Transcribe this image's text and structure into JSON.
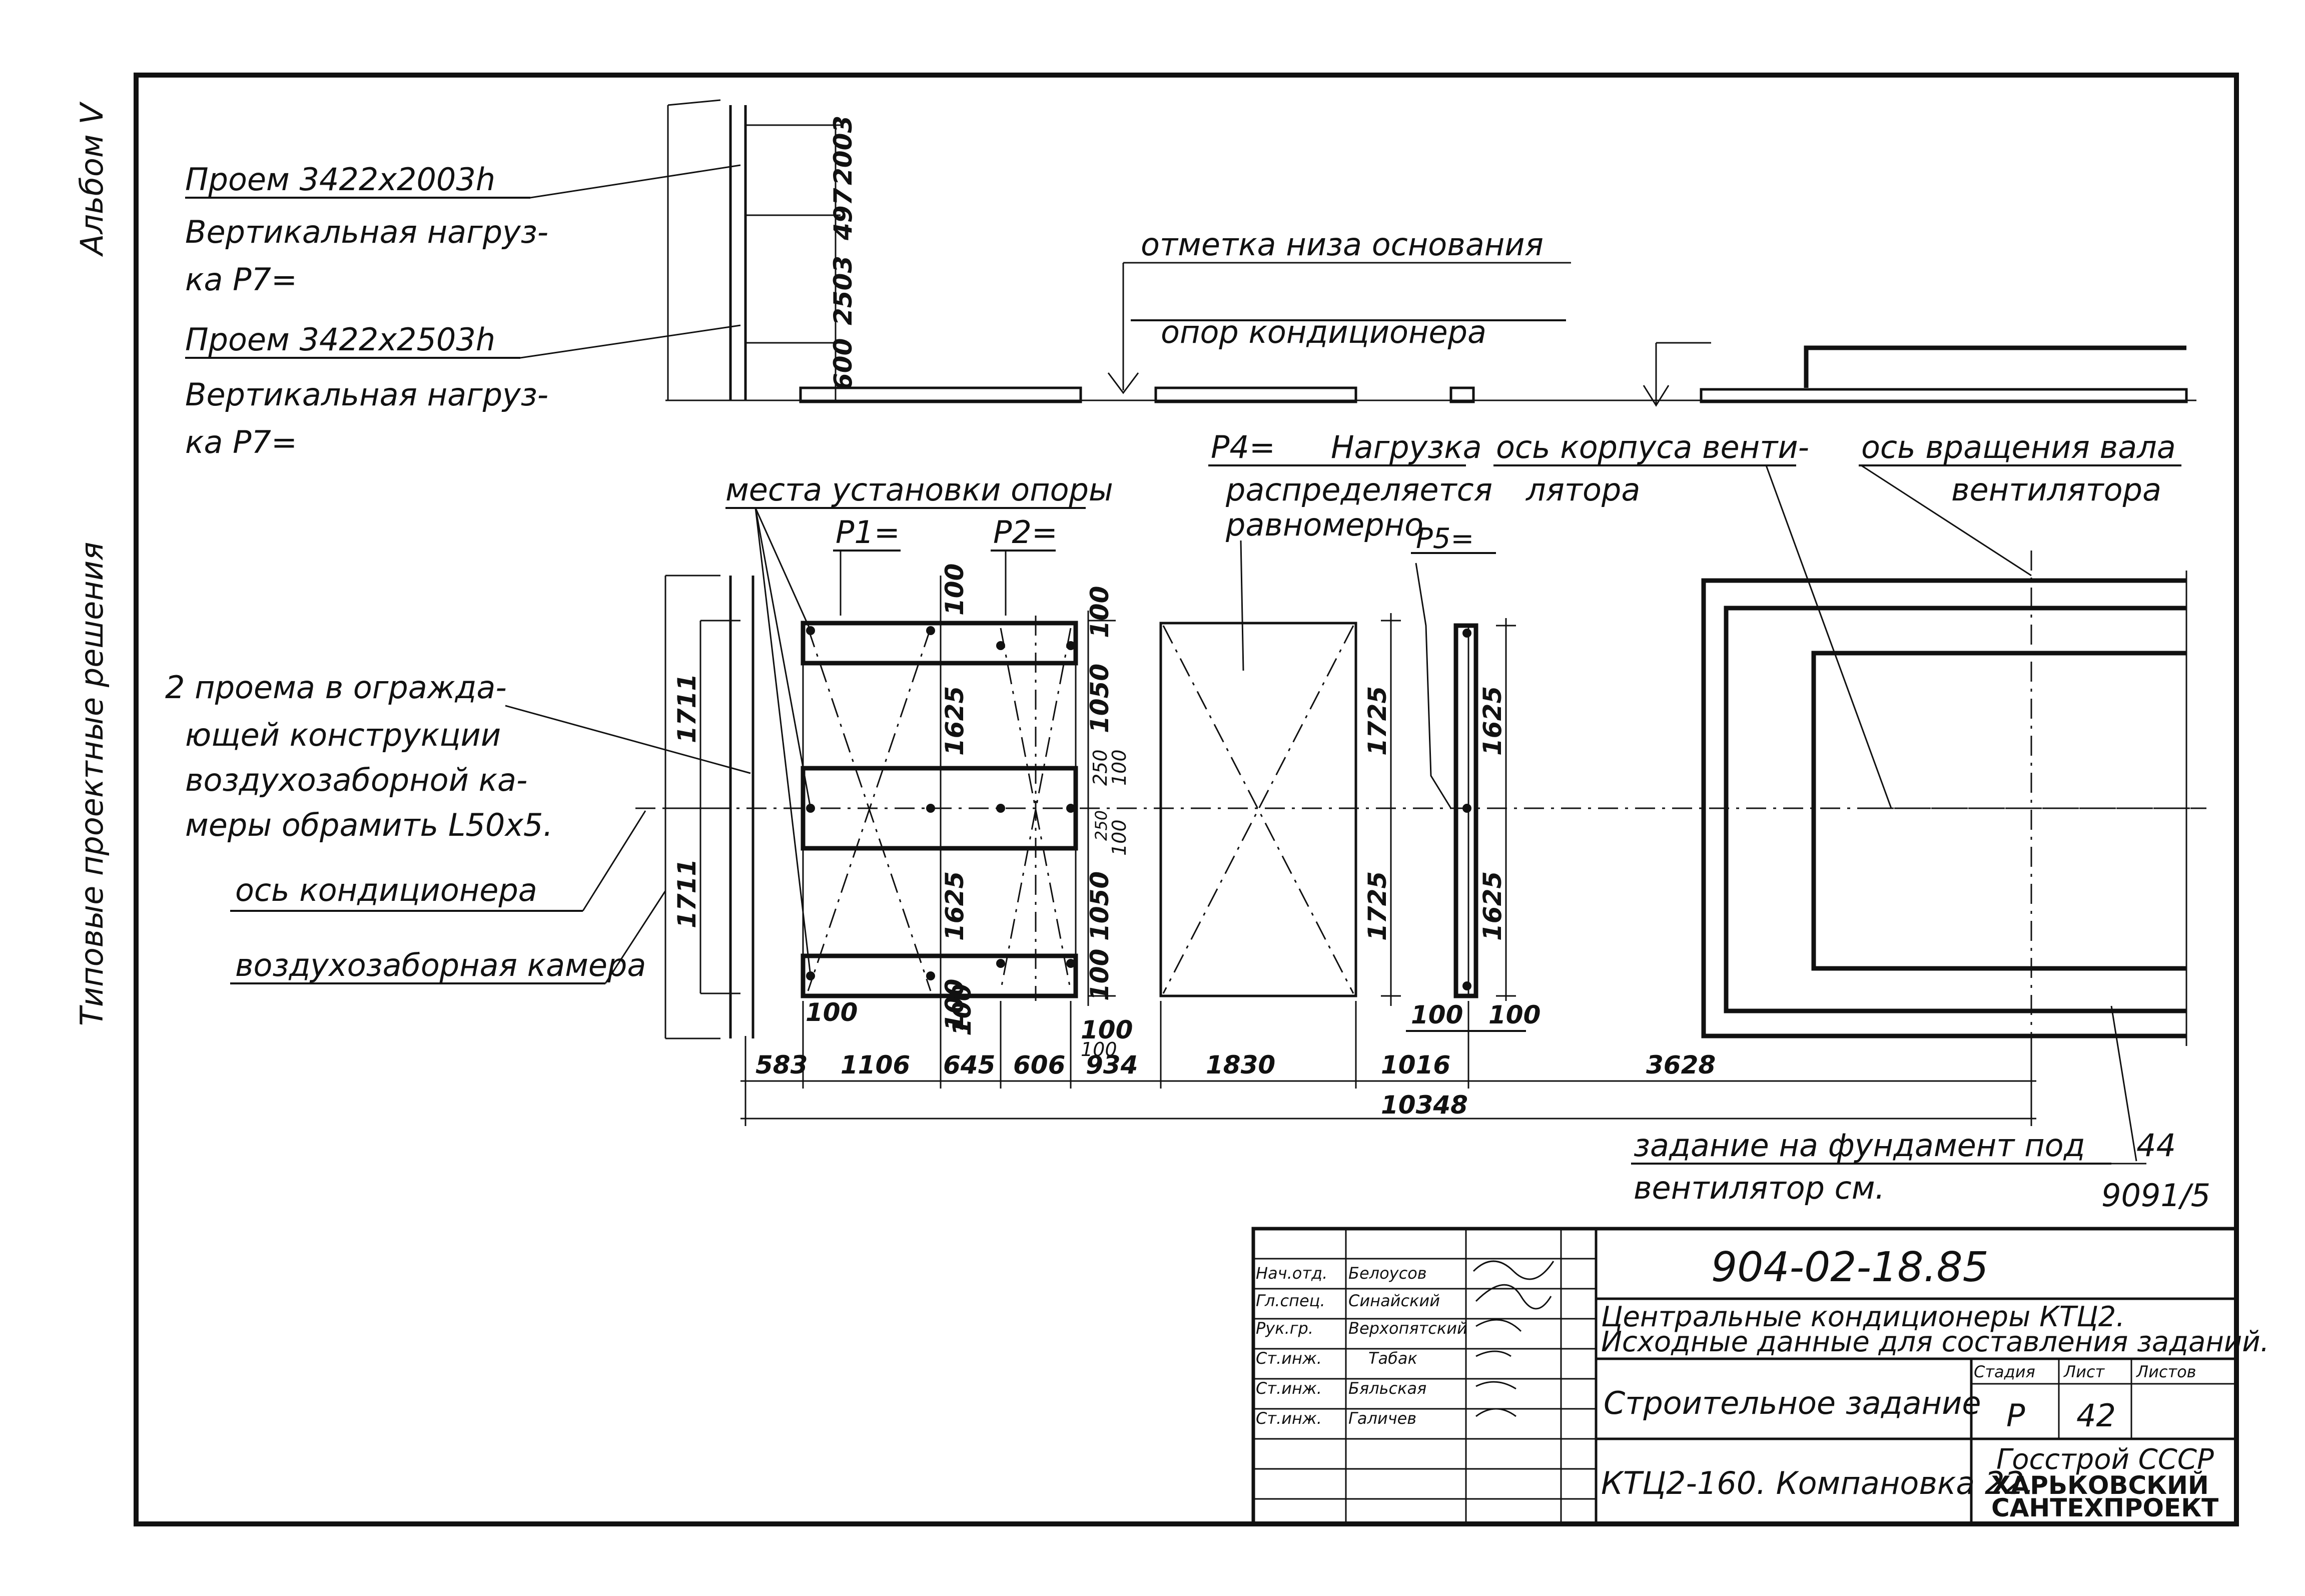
{
  "side_labels": {
    "album": "Альбом V",
    "series": "Типовые проектные решения"
  },
  "callouts": {
    "opening_1_title": "Проем 3422x2003h",
    "opening_1_load_line1": "Вертикальная нагруз-",
    "opening_1_load_line2": "ка P7=",
    "opening_2_title": "Проем 3422x2503h",
    "opening_2_load_line1": "Вертикальная нагруз-",
    "opening_2_load_line2": "ка P7=",
    "base_mark_line1": "отметка низа основания",
    "base_mark_line2": "опор кондиционера",
    "support_places": "места установки опоры",
    "p1": "P1=",
    "p2": "P2=",
    "p4": "P4=",
    "load_word": "Нагрузка",
    "load_desc_line1": "распределяется",
    "load_desc_line2": "равномерно",
    "p5": "P5=",
    "fan_axis_line1": "ось корпуса венти-",
    "fan_axis_line2": "лятора",
    "shaft_axis_line1": "ось вращения вала",
    "shaft_axis_line2": "вентилятора",
    "frame_note_line1": "2 проема в огражда-",
    "frame_note_line2": "ющей конструкции",
    "frame_note_line3": "воздухозаборной ка-",
    "frame_note_line4": "меры обрамить L50x5.",
    "conditioner_axis": "ось кондиционера",
    "intake_chamber": "воздухозаборная камера",
    "foundation_line1": "задание на фундамент под",
    "foundation_line2": "вентилятор см.",
    "foundation_ref_top": "44",
    "foundation_ref_bottom": "9091/5"
  },
  "dims": {
    "elev_2003": "2003",
    "elev_497": "497",
    "elev_2503": "2503",
    "elev_600": "600",
    "v_1711a": "1711",
    "v_1711b": "1711",
    "v_100a": "100",
    "v_1625a": "1625",
    "v_100b": "100",
    "v_1625b": "1625",
    "v_100c": "100",
    "v_100d": "100",
    "v_1050a": "1050",
    "v_250a": "250",
    "v_100e": "100",
    "v_250b": "250",
    "v_100f": "100",
    "v_1050b": "1050",
    "v_100g": "100",
    "v_1725a": "1725",
    "v_1725b": "1725",
    "v_1625c": "1625",
    "v_1625d": "1625",
    "h_100a": "100",
    "h_100b": "100",
    "h_100c": "100",
    "h_100d": "100",
    "h_100e": "100",
    "h_583": "583",
    "h_1106": "1106",
    "h_645": "645",
    "h_606": "606",
    "h_934": "934",
    "h_1830": "1830",
    "h_1016": "1016",
    "h_3628": "3628",
    "h_10348": "10348"
  },
  "title_block": {
    "code": "904-02-18.85",
    "subject_line1": "Центральные кондиционеры КТЦ2.",
    "subject_line2": "Исходные данные для составления заданий.",
    "sheet_title": "Строительное задание",
    "drawing_name": "КТЦ2-160. Компановка 22.",
    "col_stage": "Стадия",
    "col_sheet": "Лист",
    "col_sheets": "Листов",
    "stage": "Р",
    "sheet": "42",
    "sheets": "",
    "org_line1": "Госстрой СССР",
    "org_line2": "ХАРЬКОВСКИЙ",
    "org_line3": "САНТЕХПРОЕКТ",
    "signatures": [
      {
        "role": "Нач.отд.",
        "name": "Белоусов"
      },
      {
        "role": "Гл.спец.",
        "name": "Синайский"
      },
      {
        "role": "Рук.гр.",
        "name": "Верхопятский"
      },
      {
        "role": "Ст.инж.",
        "name": "Табак"
      },
      {
        "role": "Ст.инж.",
        "name": "Бяльская"
      },
      {
        "role": "Ст.инж.",
        "name": "Галичев"
      }
    ]
  }
}
